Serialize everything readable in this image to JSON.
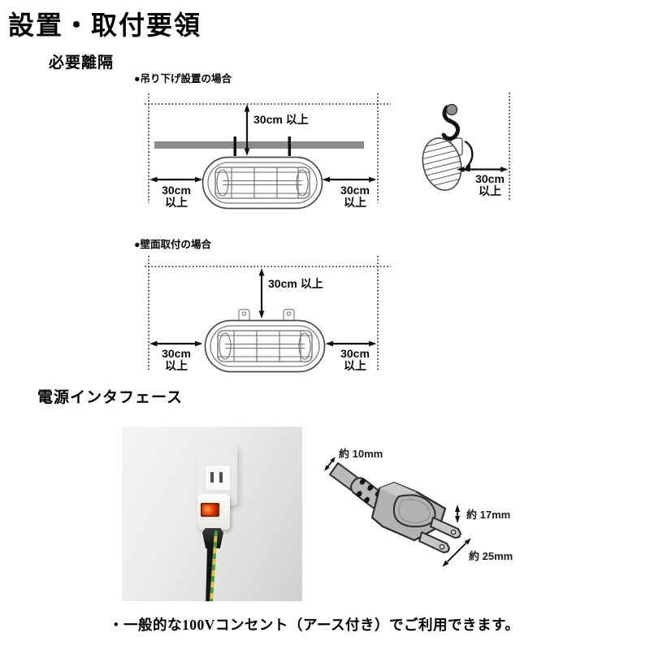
{
  "page": {
    "title": "設置・取付要領"
  },
  "clearance": {
    "heading": "必要離隔",
    "hanging": {
      "label": "●吊り下げ設置の場合",
      "top": "30cm 以上",
      "left1": "30cm",
      "left2": "以上",
      "right1": "30cm",
      "right2": "以上"
    },
    "hook": {
      "dist1": "30cm",
      "dist2": "以上"
    },
    "wall": {
      "label": "●壁面取付の場合",
      "top": "30cm 以上",
      "left1": "30cm",
      "left2": "以上",
      "right1": "30cm",
      "right2": "以上"
    }
  },
  "power": {
    "heading": "電源インタフェース",
    "plug": {
      "cable_dia": "約 10mm",
      "blade_gap": "約 17mm",
      "blade_len": "約 25mm"
    },
    "note": "・一般的な100Vコンセント（アース付き）でご利用できます。"
  },
  "colors": {
    "rail_gray": "#8c8c8c",
    "switch_red": "#e03008",
    "wire_green": "#4f9a3a",
    "wire_yellow": "#d6c53e",
    "line_black": "#111111"
  }
}
